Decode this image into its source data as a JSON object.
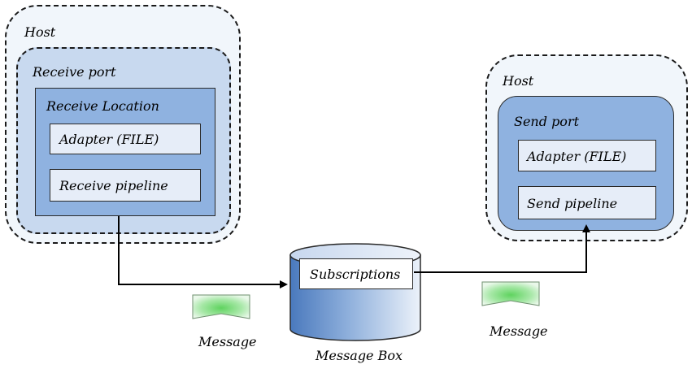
{
  "left_host": {
    "label": "Host",
    "receive_port": {
      "label": "Receive port",
      "receive_location": {
        "label": "Receive Location",
        "adapter": "Adapter (FILE)",
        "pipeline": "Receive pipeline"
      }
    }
  },
  "right_host": {
    "label": "Host",
    "send_port": {
      "label": "Send port",
      "adapter": "Adapter (FILE)",
      "pipeline": "Send pipeline"
    }
  },
  "message_box": {
    "label": "Message Box",
    "subscriptions": "Subscriptions"
  },
  "messages": {
    "left_label": "Message",
    "right_label": "Message"
  },
  "colors": {
    "host_fill": "#f1f6fb",
    "port_fill": "#c8d9ef",
    "location_fill": "#8fb2e0",
    "inner_fill": "#e6edf8",
    "message_green": "#7fdc7f"
  }
}
